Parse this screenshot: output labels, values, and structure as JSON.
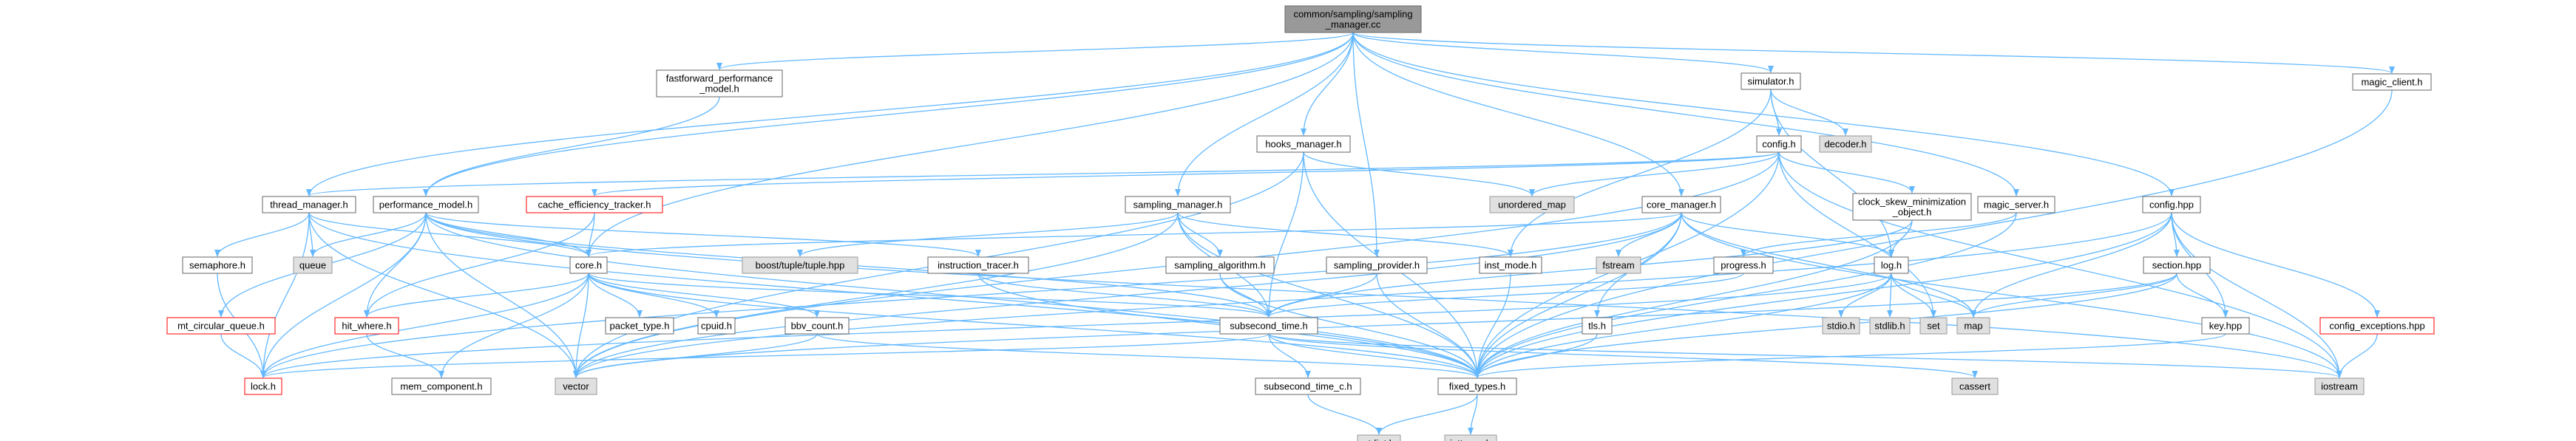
{
  "diagram": {
    "colors": {
      "edge": "#63b8ff",
      "node_border": "#666666",
      "node_fill": "#ffffff",
      "root_fill": "#999999",
      "root_border": "#666666",
      "system_fill": "#e0e0e0",
      "system_border": "#999999",
      "truncated_border": "#ff0000"
    },
    "nodes": [
      {
        "id": "root",
        "kind": "root",
        "lines": [
          "common/sampling/sampling",
          "_manager.cc"
        ]
      },
      {
        "id": "fastforward_performance_model",
        "kind": "normal",
        "lines": [
          "fastforward_performance",
          "_model.h"
        ]
      },
      {
        "id": "simulator",
        "kind": "normal",
        "lines": [
          "simulator.h"
        ]
      },
      {
        "id": "magic_client",
        "kind": "normal",
        "lines": [
          "magic_client.h"
        ]
      },
      {
        "id": "hooks_manager",
        "kind": "normal",
        "lines": [
          "hooks_manager.h"
        ]
      },
      {
        "id": "config_h",
        "kind": "normal",
        "lines": [
          "config.h"
        ]
      },
      {
        "id": "decoder",
        "kind": "system",
        "lines": [
          "decoder.h"
        ]
      },
      {
        "id": "thread_manager",
        "kind": "normal",
        "lines": [
          "thread_manager.h"
        ]
      },
      {
        "id": "performance_model",
        "kind": "normal",
        "lines": [
          "performance_model.h"
        ]
      },
      {
        "id": "cache_efficiency_tracker",
        "kind": "truncated",
        "lines": [
          "cache_efficiency_tracker.h"
        ]
      },
      {
        "id": "unordered_map",
        "kind": "system",
        "lines": [
          "unordered_map"
        ]
      },
      {
        "id": "sampling_manager",
        "kind": "normal",
        "lines": [
          "sampling_manager.h"
        ]
      },
      {
        "id": "core_manager",
        "kind": "normal",
        "lines": [
          "core_manager.h"
        ]
      },
      {
        "id": "clock_skew",
        "kind": "normal",
        "lines": [
          "clock_skew_minimization",
          "_object.h"
        ]
      },
      {
        "id": "magic_server",
        "kind": "normal",
        "lines": [
          "magic_server.h"
        ]
      },
      {
        "id": "config_hpp",
        "kind": "normal",
        "lines": [
          "config.hpp"
        ]
      },
      {
        "id": "semaphore",
        "kind": "normal",
        "lines": [
          "semaphore.h"
        ]
      },
      {
        "id": "queue",
        "kind": "system",
        "lines": [
          "queue"
        ]
      },
      {
        "id": "core_h",
        "kind": "normal",
        "lines": [
          "core.h"
        ]
      },
      {
        "id": "boost_tuple",
        "kind": "system",
        "lines": [
          "boost/tuple/tuple.hpp"
        ]
      },
      {
        "id": "instruction_tracer",
        "kind": "normal",
        "lines": [
          "instruction_tracer.h"
        ]
      },
      {
        "id": "sampling_algorithm",
        "kind": "normal",
        "lines": [
          "sampling_algorithm.h"
        ]
      },
      {
        "id": "sampling_provider",
        "kind": "normal",
        "lines": [
          "sampling_provider.h"
        ]
      },
      {
        "id": "inst_mode",
        "kind": "normal",
        "lines": [
          "inst_mode.h"
        ]
      },
      {
        "id": "fstream",
        "kind": "system",
        "lines": [
          "fstream"
        ]
      },
      {
        "id": "progress",
        "kind": "normal",
        "lines": [
          "progress.h"
        ]
      },
      {
        "id": "log_h",
        "kind": "normal",
        "lines": [
          "log.h"
        ]
      },
      {
        "id": "section_hpp",
        "kind": "normal",
        "lines": [
          "section.hpp"
        ]
      },
      {
        "id": "mt_circular_queue",
        "kind": "truncated",
        "lines": [
          "mt_circular_queue.h"
        ]
      },
      {
        "id": "hit_where",
        "kind": "truncated",
        "lines": [
          "hit_where.h"
        ]
      },
      {
        "id": "packet_type",
        "kind": "normal",
        "lines": [
          "packet_type.h"
        ]
      },
      {
        "id": "cpuid",
        "kind": "normal",
        "lines": [
          "cpuid.h"
        ]
      },
      {
        "id": "bbv_count",
        "kind": "normal",
        "lines": [
          "bbv_count.h"
        ]
      },
      {
        "id": "subsecond_time",
        "kind": "normal",
        "lines": [
          "subsecond_time.h"
        ]
      },
      {
        "id": "tls",
        "kind": "normal",
        "lines": [
          "tls.h"
        ]
      },
      {
        "id": "stdio",
        "kind": "system",
        "lines": [
          "stdio.h"
        ]
      },
      {
        "id": "stdlib",
        "kind": "system",
        "lines": [
          "stdlib.h"
        ]
      },
      {
        "id": "set",
        "kind": "system",
        "lines": [
          "set"
        ]
      },
      {
        "id": "map",
        "kind": "system",
        "lines": [
          "map"
        ]
      },
      {
        "id": "key_hpp",
        "kind": "normal",
        "lines": [
          "key.hpp"
        ]
      },
      {
        "id": "config_exceptions",
        "kind": "truncated",
        "lines": [
          "config_exceptions.hpp"
        ]
      },
      {
        "id": "lock_h",
        "kind": "truncated",
        "lines": [
          "lock.h"
        ]
      },
      {
        "id": "mem_component",
        "kind": "normal",
        "lines": [
          "mem_component.h"
        ]
      },
      {
        "id": "vector",
        "kind": "system",
        "lines": [
          "vector"
        ]
      },
      {
        "id": "subsecond_time_c",
        "kind": "normal",
        "lines": [
          "subsecond_time_c.h"
        ]
      },
      {
        "id": "fixed_types",
        "kind": "normal",
        "lines": [
          "fixed_types.h"
        ]
      },
      {
        "id": "cassert",
        "kind": "system",
        "lines": [
          "cassert"
        ]
      },
      {
        "id": "iostream",
        "kind": "system",
        "lines": [
          "iostream"
        ]
      },
      {
        "id": "stdint",
        "kind": "system",
        "lines": [
          "stdint.h"
        ]
      },
      {
        "id": "inttypes",
        "kind": "system",
        "lines": [
          "inttypes.h"
        ]
      }
    ],
    "edges": [
      [
        "root",
        "fastforward_performance_model"
      ],
      [
        "root",
        "simulator"
      ],
      [
        "root",
        "magic_client"
      ],
      [
        "root",
        "hooks_manager"
      ],
      [
        "root",
        "thread_manager"
      ],
      [
        "root",
        "performance_model"
      ],
      [
        "root",
        "sampling_manager"
      ],
      [
        "root",
        "core_manager"
      ],
      [
        "root",
        "magic_server"
      ],
      [
        "root",
        "config_hpp"
      ],
      [
        "root",
        "core_h"
      ],
      [
        "root",
        "sampling_provider"
      ],
      [
        "fastforward_performance_model",
        "performance_model"
      ],
      [
        "simulator",
        "config_h"
      ],
      [
        "simulator",
        "decoder"
      ],
      [
        "simulator",
        "inst_mode"
      ],
      [
        "simulator",
        "log_h"
      ],
      [
        "magic_client",
        "fixed_types"
      ],
      [
        "hooks_manager",
        "fixed_types"
      ],
      [
        "hooks_manager",
        "unordered_map"
      ],
      [
        "hooks_manager",
        "vector"
      ],
      [
        "hooks_manager",
        "subsecond_time"
      ],
      [
        "config_h",
        "fixed_types"
      ],
      [
        "config_h",
        "unordered_map"
      ],
      [
        "config_h",
        "vector"
      ],
      [
        "config_h",
        "clock_skew"
      ],
      [
        "config_h",
        "cache_efficiency_tracker"
      ],
      [
        "config_h",
        "iostream"
      ],
      [
        "config_h",
        "set"
      ],
      [
        "config_h",
        "thread_manager"
      ],
      [
        "thread_manager",
        "semaphore"
      ],
      [
        "thread_manager",
        "fixed_types"
      ],
      [
        "thread_manager",
        "lock_h"
      ],
      [
        "thread_manager",
        "vector"
      ],
      [
        "thread_manager",
        "core_h"
      ],
      [
        "thread_manager",
        "queue"
      ],
      [
        "performance_model",
        "fixed_types"
      ],
      [
        "performance_model",
        "lock_h"
      ],
      [
        "performance_model",
        "queue"
      ],
      [
        "performance_model",
        "mt_circular_queue"
      ],
      [
        "performance_model",
        "hit_where"
      ],
      [
        "performance_model",
        "subsecond_time"
      ],
      [
        "performance_model",
        "instruction_tracer"
      ],
      [
        "performance_model",
        "iostream"
      ],
      [
        "performance_model",
        "vector"
      ],
      [
        "performance_model",
        "core_h"
      ],
      [
        "cache_efficiency_tracker",
        "core_h"
      ],
      [
        "cache_efficiency_tracker",
        "hit_where"
      ],
      [
        "sampling_manager",
        "fixed_types"
      ],
      [
        "sampling_manager",
        "subsecond_time"
      ],
      [
        "sampling_manager",
        "sampling_algorithm"
      ],
      [
        "sampling_manager",
        "vector"
      ],
      [
        "sampling_manager",
        "inst_mode"
      ],
      [
        "sampling_manager",
        "boost_tuple"
      ],
      [
        "core_manager",
        "fixed_types"
      ],
      [
        "core_manager",
        "tls"
      ],
      [
        "core_manager",
        "lock_h"
      ],
      [
        "core_manager",
        "log_h"
      ],
      [
        "core_manager",
        "core_h"
      ],
      [
        "core_manager",
        "fstream"
      ],
      [
        "core_manager",
        "iostream"
      ],
      [
        "core_manager",
        "map"
      ],
      [
        "core_manager",
        "vector"
      ],
      [
        "clock_skew",
        "fixed_types"
      ],
      [
        "clock_skew",
        "log_h"
      ],
      [
        "clock_skew",
        "subsecond_time"
      ],
      [
        "magic_server",
        "fixed_types"
      ],
      [
        "magic_server",
        "progress"
      ],
      [
        "config_hpp",
        "section_hpp"
      ],
      [
        "config_hpp",
        "key_hpp"
      ],
      [
        "config_hpp",
        "config_exceptions"
      ],
      [
        "config_hpp",
        "map"
      ],
      [
        "config_hpp",
        "iostream"
      ],
      [
        "config_hpp",
        "fixed_types"
      ],
      [
        "config_hpp",
        "vector"
      ],
      [
        "semaphore",
        "lock_h"
      ],
      [
        "mt_circular_queue",
        "lock_h"
      ],
      [
        "core_h",
        "lock_h"
      ],
      [
        "core_h",
        "packet_type"
      ],
      [
        "core_h",
        "cpuid"
      ],
      [
        "core_h",
        "bbv_count"
      ],
      [
        "core_h",
        "subsecond_time"
      ],
      [
        "core_h",
        "hit_where"
      ],
      [
        "core_h",
        "fixed_types"
      ],
      [
        "core_h",
        "mem_component"
      ],
      [
        "core_h",
        "vector"
      ],
      [
        "hit_where",
        "mem_component"
      ],
      [
        "instruction_tracer",
        "fixed_types"
      ],
      [
        "instruction_tracer",
        "subsecond_time"
      ],
      [
        "sampling_algorithm",
        "fixed_types"
      ],
      [
        "sampling_algorithm",
        "subsecond_time"
      ],
      [
        "sampling_provider",
        "fixed_types"
      ],
      [
        "sampling_provider",
        "subsecond_time"
      ],
      [
        "inst_mode",
        "fixed_types"
      ],
      [
        "progress",
        "subsecond_time"
      ],
      [
        "log_h",
        "fixed_types"
      ],
      [
        "log_h",
        "lock_h"
      ],
      [
        "log_h",
        "stdio"
      ],
      [
        "log_h",
        "stdlib"
      ],
      [
        "log_h",
        "set"
      ],
      [
        "log_h",
        "map"
      ],
      [
        "section_hpp",
        "fixed_types"
      ],
      [
        "section_hpp",
        "key_hpp"
      ],
      [
        "section_hpp",
        "map"
      ],
      [
        "section_hpp",
        "vector"
      ],
      [
        "key_hpp",
        "fixed_types"
      ],
      [
        "config_exceptions",
        "iostream"
      ],
      [
        "bbv_count",
        "fixed_types"
      ],
      [
        "bbv_count",
        "vector"
      ],
      [
        "subsecond_time",
        "fixed_types"
      ],
      [
        "subsecond_time",
        "subsecond_time_c"
      ],
      [
        "subsecond_time",
        "lock_h"
      ],
      [
        "subsecond_time",
        "cassert"
      ],
      [
        "subsecond_time",
        "iostream"
      ],
      [
        "tls",
        "fixed_types"
      ],
      [
        "subsecond_time_c",
        "stdint"
      ],
      [
        "fixed_types",
        "stdint"
      ],
      [
        "fixed_types",
        "inttypes"
      ]
    ]
  }
}
